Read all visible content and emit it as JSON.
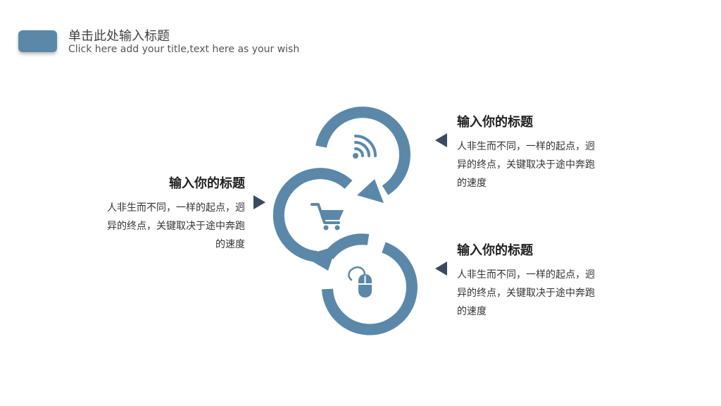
{
  "header": {
    "title": "单击此处输入标题",
    "subtitle": "Click here add your title,text here as your wish"
  },
  "colors": {
    "accent": "#5b88a9",
    "pointer": "#3c4a5e"
  },
  "icons": [
    "wifi-icon",
    "shopping-cart-icon",
    "mouse-icon"
  ],
  "blocks": [
    {
      "title": "输入你的标题",
      "lines": [
        "人非生而不同，一样的起点，迥",
        "异的终点，关键取决于途中奔跑",
        "的速度"
      ]
    },
    {
      "title": "输入你的标题",
      "lines": [
        "人非生而不同，一样的起点，迥",
        "异的终点，关键取决于途中奔跑",
        "的速度"
      ]
    },
    {
      "title": "输入你的标题",
      "lines": [
        "人非生而不同，一样的起点，迥",
        "异的终点，关键取决于途中奔跑",
        "的速度"
      ]
    }
  ]
}
